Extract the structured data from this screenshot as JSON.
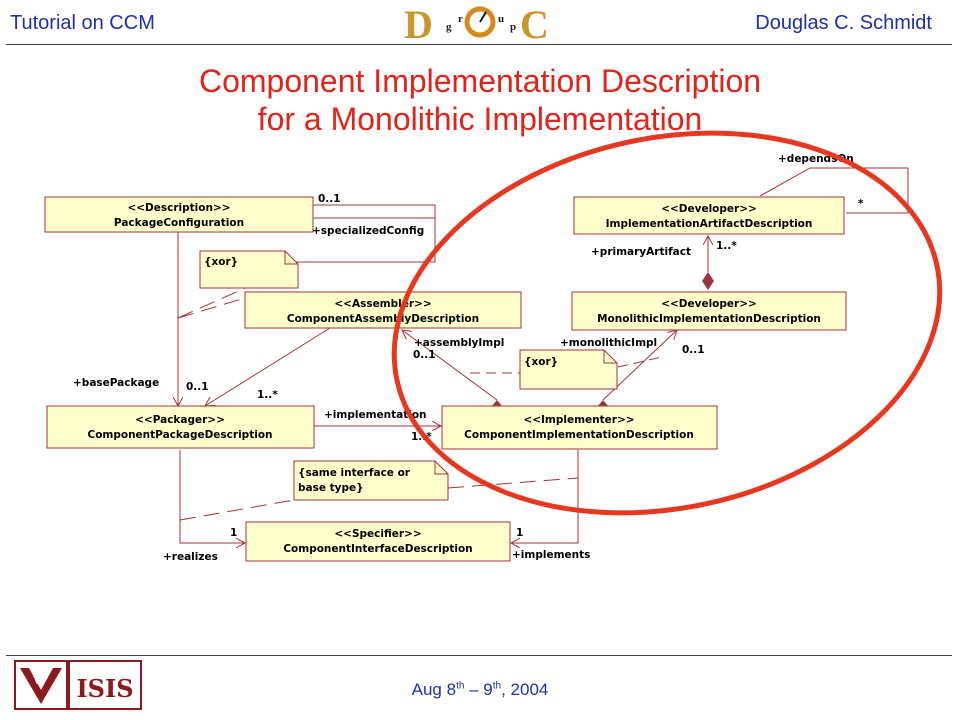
{
  "header": {
    "left": "Tutorial on CCM",
    "right": "Douglas C. Schmidt",
    "logo_letters": [
      "D",
      "g",
      "r",
      "o",
      "u",
      "p",
      "C"
    ]
  },
  "title": {
    "line1": "Component Implementation Description",
    "line2": "for a Monolithic Implementation"
  },
  "classes": {
    "package_config": {
      "stereotype": "<<Description>>",
      "name": "PackageConfiguration"
    },
    "assembly": {
      "stereotype": "<<Assembler>>",
      "name": "ComponentAssemblyDescription"
    },
    "package_desc": {
      "stereotype": "<<Packager>>",
      "name": "ComponentPackageDescription"
    },
    "interface_desc": {
      "stereotype": "<<Specifier>>",
      "name": "ComponentInterfaceDescription"
    },
    "artifact_desc": {
      "stereotype": "<<Developer>>",
      "name": "ImplementationArtifactDescription"
    },
    "monolithic": {
      "stereotype": "<<Developer>>",
      "name": "MonolithicImplementationDescription"
    },
    "impl_desc": {
      "stereotype": "<<Implementer>>",
      "name": "ComponentImplementationDescription"
    }
  },
  "notes": {
    "xor_left": "{xor}",
    "xor_mid": "{xor}",
    "same_line1": "{same interface or",
    "same_line2": "base type}"
  },
  "labels": {
    "specialized_mult": "0..1",
    "specialized_role": "+specializedConfig",
    "base_package": "+basePackage",
    "base_mult": "0..1",
    "assembly_mult_pkg": "1..*",
    "implementation_role": "+implementation",
    "implementation_mult": "1..*",
    "assembly_impl_role": "+assemblyImpl",
    "assembly_impl_mult": "0..1",
    "monolithic_role": "+monolithicImpl",
    "monolithic_mult": "0..1",
    "primary_role": "+primaryArtifact",
    "primary_mult": "1..*",
    "depends_role": "+dependsOn",
    "depends_mult": "*",
    "realizes_role": "+realizes",
    "realizes_mult": "1",
    "implements_role": "+implements",
    "implements_mult": "1"
  },
  "footer": {
    "date_prefix": "Aug 8",
    "th1": "th",
    "dash": " – 9",
    "th2": "th",
    "year": ", 2004",
    "logos": [
      "V",
      "ISIS"
    ]
  },
  "colors": {
    "header_text": "#1f2fa8",
    "title": "#e2231a",
    "box_fill": "#ffffcc",
    "box_stroke": "#a0333a",
    "line": "#a0333a",
    "ellipse": "#e8371f",
    "logo_red": "#8b1a1a"
  }
}
